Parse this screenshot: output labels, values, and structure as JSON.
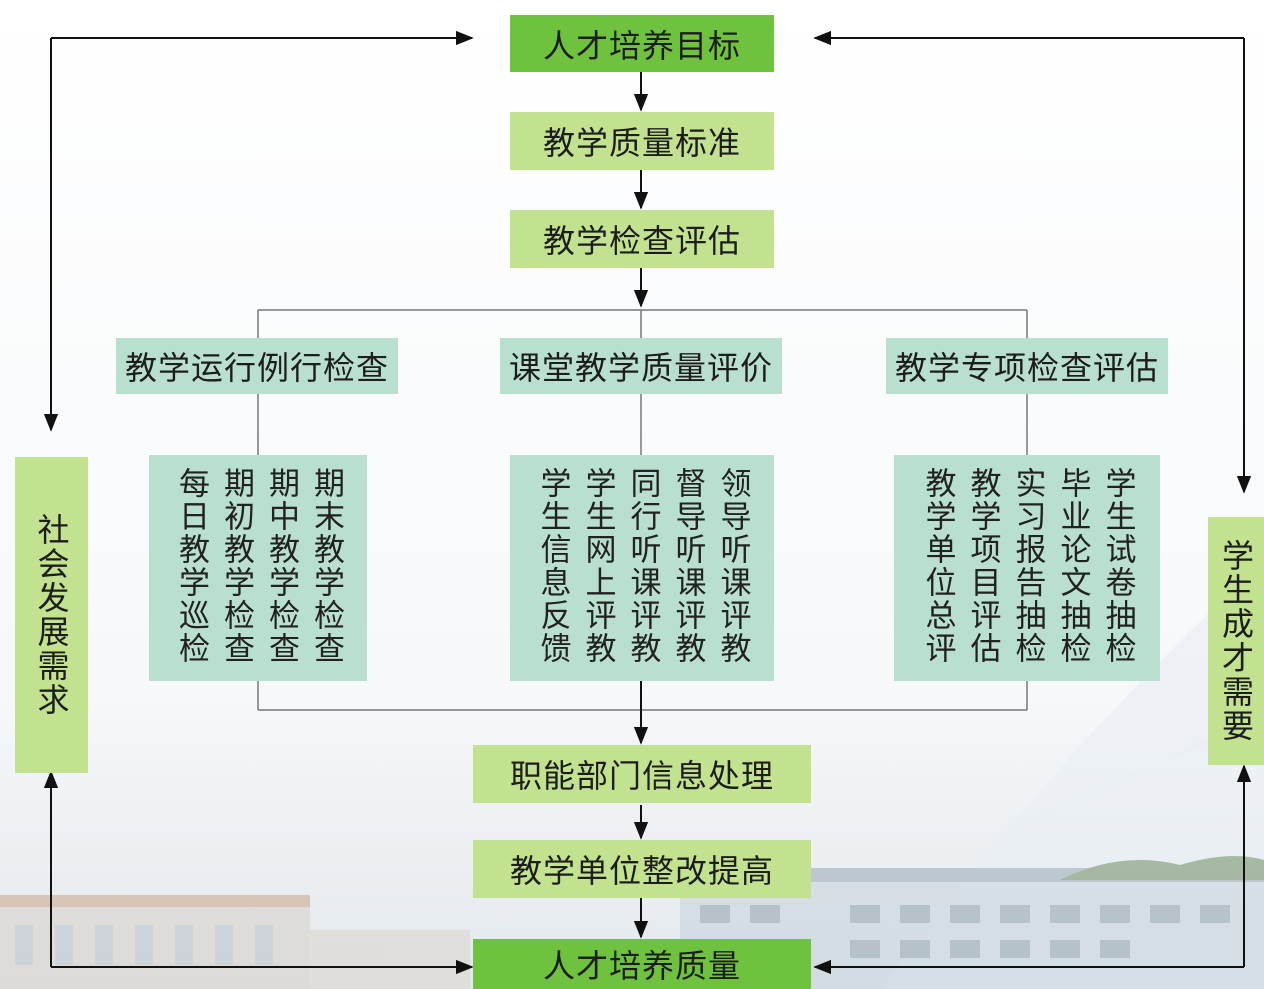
{
  "top": "人才培养目标",
  "standard": "教学质量标准",
  "inspect": "教学检查评估",
  "branches": [
    {
      "title": "教学运行例行检查",
      "items": [
        "每日教学巡检",
        "期初教学检查",
        "期中教学检查",
        "期末教学检查"
      ]
    },
    {
      "title": "课堂教学质量评价",
      "items": [
        "学生信息反馈",
        "学生网上评教",
        "同行听课评教",
        "督导听课评教",
        "领导听课评教"
      ]
    },
    {
      "title": "教学专项检查评估",
      "items": [
        "教学单位总评",
        "教学项目评估",
        "实习报告抽检",
        "毕业论文抽检",
        "学生试卷抽检"
      ]
    }
  ],
  "process": "职能部门信息处理",
  "improve": "教学单位整改提高",
  "bottom": "人才培养质量",
  "left_side": "社会发展需求",
  "right_side": "学生成才需要",
  "colors": {
    "dark_green": "#6fc23d",
    "light_green": "#c2e28f",
    "teal": "#b9e0cf"
  }
}
